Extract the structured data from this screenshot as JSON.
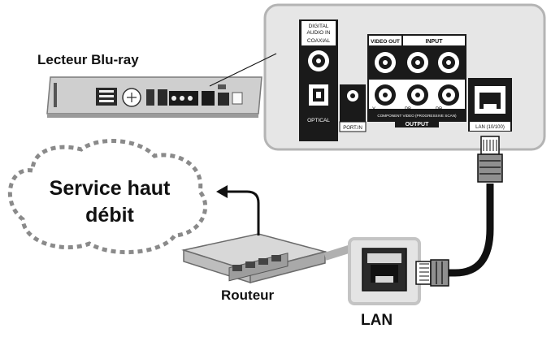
{
  "labels": {
    "player": "Lecteur Blu-ray",
    "service": "Service haut débit",
    "router": "Routeur",
    "lan": "LAN"
  },
  "panel": {
    "digital_audio_in": [
      "DIGITAL",
      "AUDIO IN"
    ],
    "coaxial": "COAXIAL",
    "optical": "OPTICAL",
    "port_in": "PORT.IN",
    "video_out": "VIDEO OUT",
    "input": "INPUT",
    "output": "OUTPUT",
    "y": "Y",
    "pb": "PB",
    "pr": "PR",
    "component": "COMPONENT VIDEO (PROGRESSIVE SCAN)",
    "lan_port": "LAN (10/100)"
  },
  "colors": {
    "panel": "#e6e6e6",
    "panel_border": "#b4b4b4",
    "device": "#c9c9c9",
    "jack": "#1a1a1a",
    "cable": "#111111",
    "cloud_dash": "#8a8a8a"
  }
}
